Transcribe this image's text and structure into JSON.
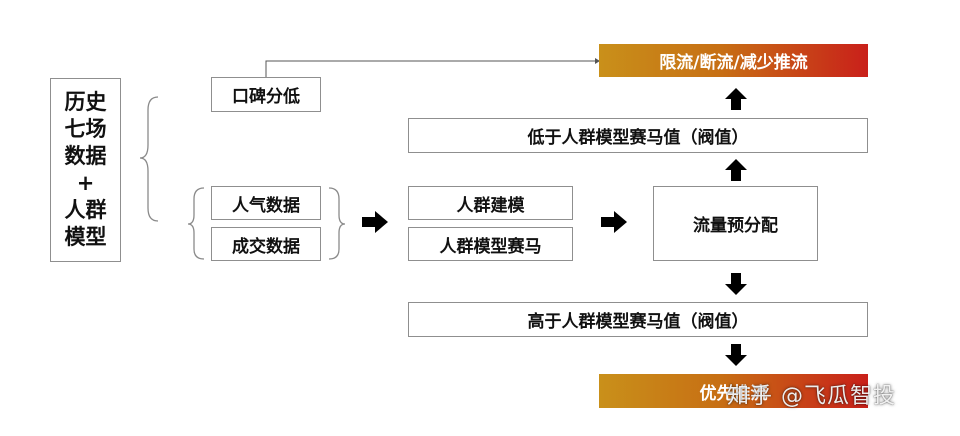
{
  "history_box": "历史\n七场\n数据\n+\n人群\n模型",
  "nodes": {
    "reputation_low": "口碑分低",
    "popularity_data": "人气数据",
    "transaction_data": "成交数据",
    "crowd_modeling": "人群建模",
    "crowd_model_race": "人群模型赛马",
    "traffic_preallocation": "流量预分配",
    "below_threshold": "低于人群模型赛马值（阀值）",
    "above_threshold": "高于人群模型赛马值（阀值）"
  },
  "outcomes": {
    "limit_flow": "限流/断流/减少推流",
    "priority_flow": "优先推流"
  },
  "watermark": "知乎 @飞瓜智投",
  "colors": {
    "banner_start": "#c9901a",
    "banner_end": "#c9201a",
    "arrow": "#000000",
    "border": "#8f8f8f"
  }
}
